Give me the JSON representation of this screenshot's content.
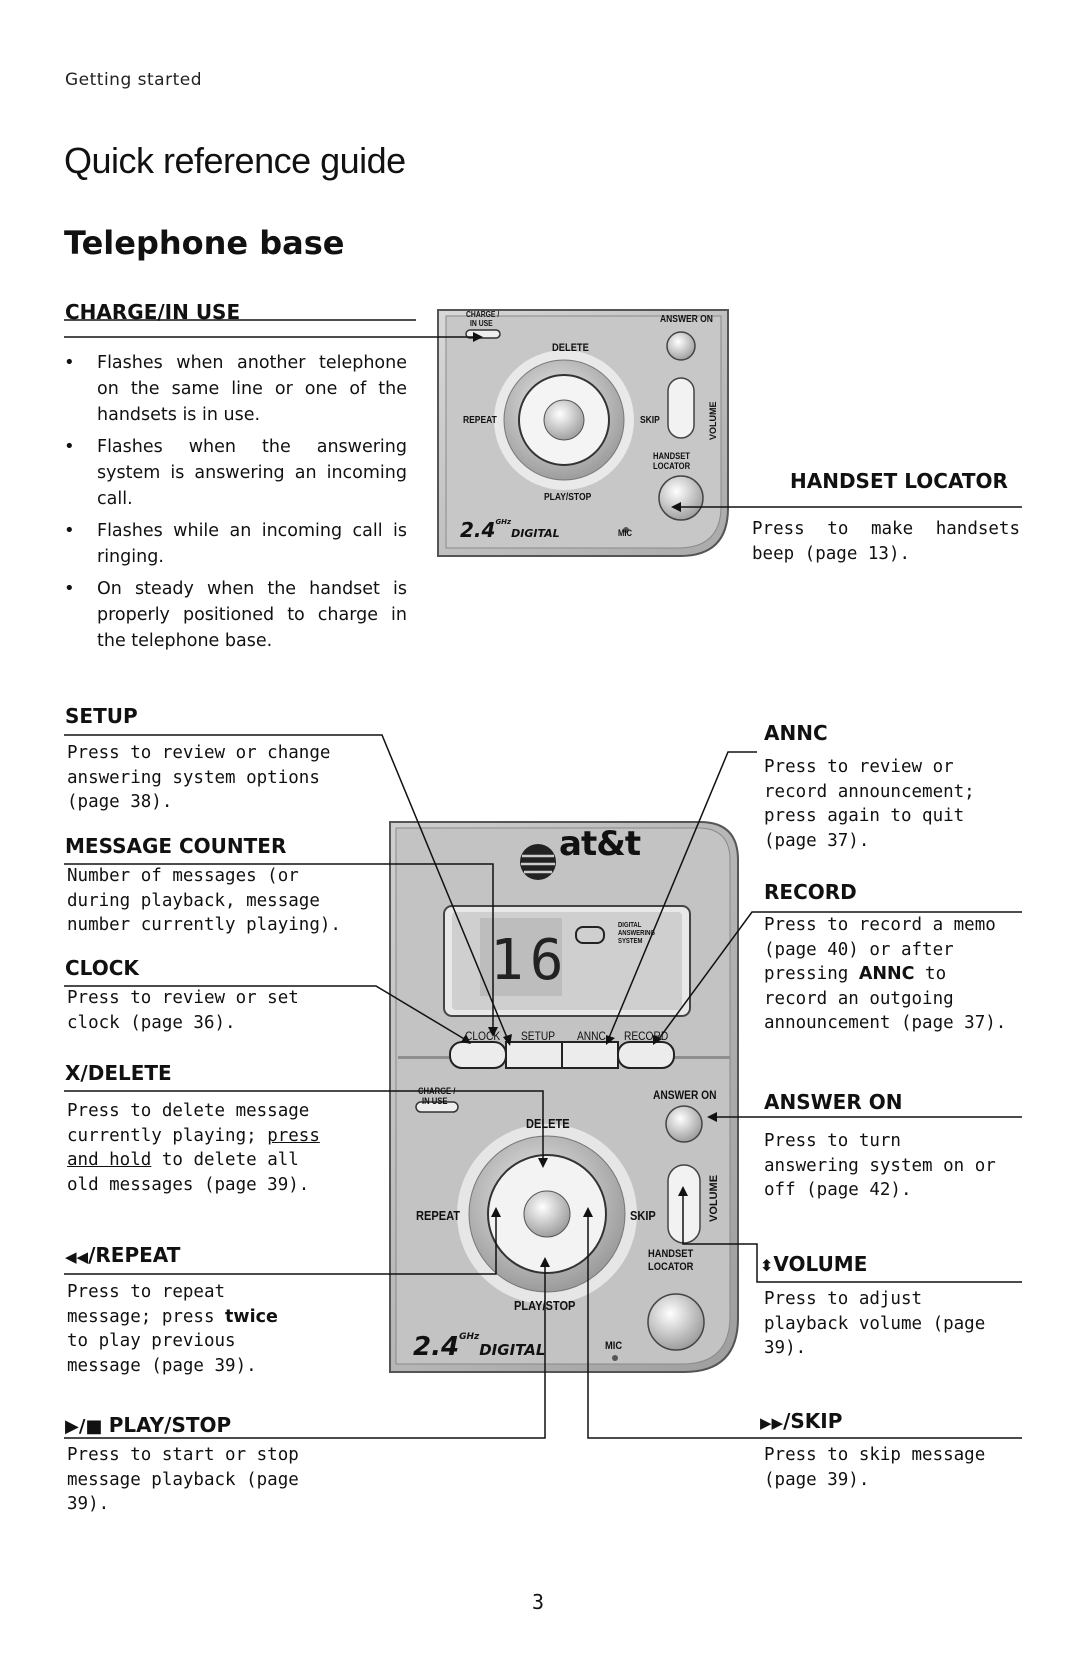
{
  "header": {
    "section": "Getting started",
    "title": "Quick reference guide",
    "subtitle": "Telephone base"
  },
  "charge": {
    "heading": "CHARGE/IN USE",
    "bullets": [
      "Flashes when another telephone on the same line or one of the handsets is in use.",
      "Flashes when the answering system is answering an incoming call.",
      "Flashes while an incoming call is ringing.",
      "On steady when the handset is properly positioned to charge in the telephone base."
    ]
  },
  "handset_locator": {
    "heading": "HANDSET LOCATOR",
    "text": "Press to make handsets beep (page 13)."
  },
  "setup": {
    "heading": "SETUP",
    "text": "Press to review or change answering system options (page 38)."
  },
  "message_counter": {
    "heading": "MESSAGE COUNTER",
    "text": "Number of messages (or during playback, message number currently playing)."
  },
  "clock": {
    "heading": "CLOCK",
    "text": "Press to review or set clock (page 36)."
  },
  "delete": {
    "heading": "X/DELETE",
    "text_a": "Press to delete message currently playing; ",
    "text_u": "press and hold",
    "text_b": " to delete all old messages (page 39)."
  },
  "repeat": {
    "heading": "/REPEAT",
    "text_a": "Press to repeat message; press ",
    "text_bold": "twice",
    "text_b": " to play previous message (page 39)."
  },
  "playstop": {
    "heading": "PLAY/STOP",
    "text": "Press to start or stop message playback (page 39)."
  },
  "annc": {
    "heading": "ANNC",
    "text": "Press to review or record announcement; press again to quit (page 37)."
  },
  "record": {
    "heading": "RECORD",
    "text_a": "Press to record a memo (page 40) or after pressing ",
    "text_bold": "ANNC",
    "text_b": " to record an outgoing announcement (page 37)."
  },
  "answer_on": {
    "heading": "ANSWER ON",
    "text": "Press to turn answering system on or off (page 42)."
  },
  "volume": {
    "heading": "VOLUME",
    "text": "Press to adjust playback volume (page 39)."
  },
  "skip": {
    "heading": "/SKIP",
    "text": "Press to skip message (page 39)."
  },
  "device": {
    "brand": "at&t",
    "counter": "16",
    "das_lines": [
      "DIGITAL",
      "ANSWERING",
      "SYSTEM"
    ],
    "buttons": {
      "clock": "CLOCK",
      "setup": "SETUP",
      "annc": "ANNC.",
      "record": "RECORD"
    },
    "labels": {
      "charge1": "CHARGE /",
      "charge2": "IN USE",
      "answer_on": "ANSWER ON",
      "delete": "DELETE",
      "repeat": "REPEAT",
      "skip": "SKIP",
      "volume": "VOLUME",
      "hl1": "HANDSET",
      "hl2": "LOCATOR",
      "play_stop": "PLAY/STOP",
      "mic": "MIC",
      "logo_num": "2.4",
      "logo_ghz": "GHz",
      "logo_word": "DIGITAL"
    }
  },
  "page_number": "3"
}
